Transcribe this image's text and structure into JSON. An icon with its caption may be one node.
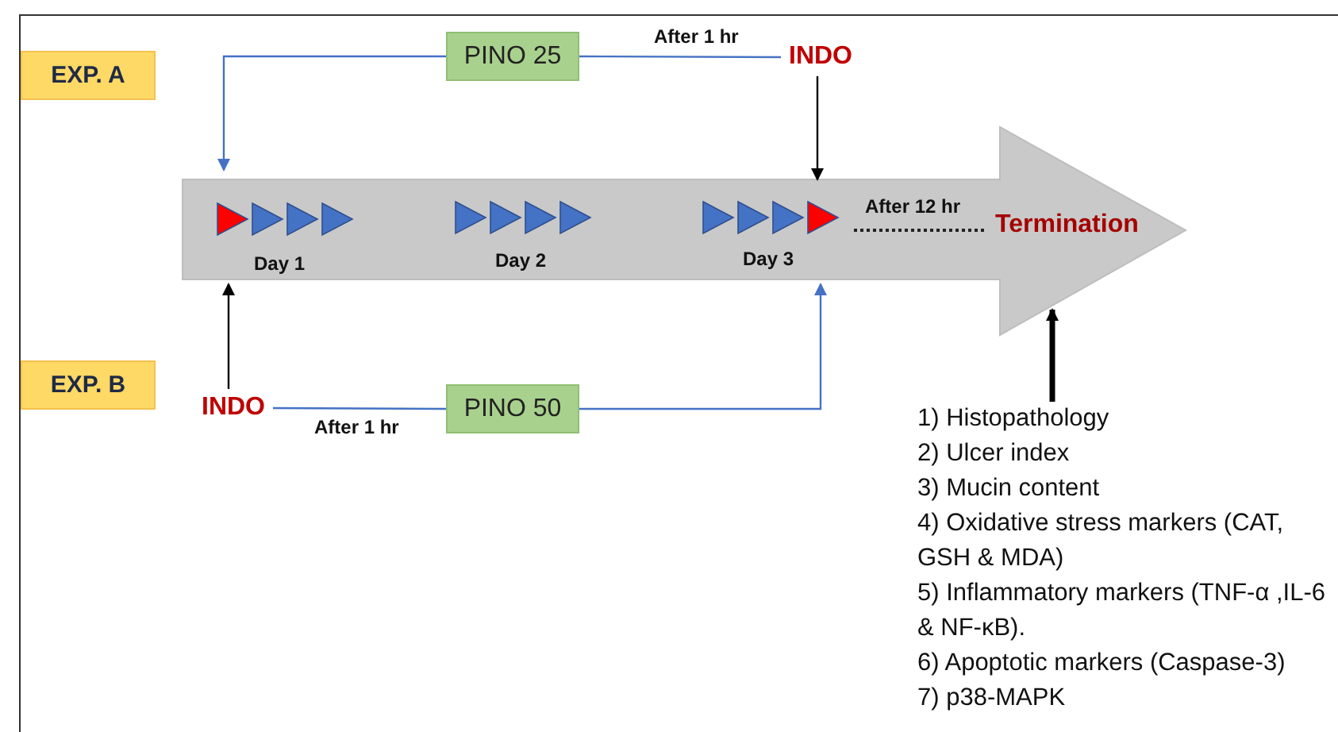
{
  "diagram": {
    "nodes": [
      {
        "text": [
          "EXP. A"
        ]
      },
      {
        "text": [
          "EXP. B"
        ]
      },
      {
        "text": [
          "Termination"
        ]
      },
      {
        "text": [
          "PINO 25"
        ]
      },
      {
        "text": [
          "INDO"
        ]
      },
      {
        "text": [
          "INDO"
        ]
      },
      {
        "text": [
          "PINO 50"
        ]
      },
      {
        "text": [
          "1) Histopathology",
          "2) Ulcer index",
          "3) Mucin content",
          "4) Oxidative stress markers (CAT, GSH & MDA)",
          "5) Inflammatory markers (TNF-α ,IL-6 & NF-κB).",
          "6) Apoptotic markers (Caspase-3)",
          "7) p38-MAPK"
        ]
      }
    ],
    "edges": [
      {
        "from": 3,
        "to": 2,
        "arrow": "to"
      },
      {
        "from": 4,
        "to": 3,
        "arrow": "none",
        "label": "After 1 hr"
      },
      {
        "from": 4,
        "to": 2,
        "arrow": "to",
        "color": "#000000"
      },
      {
        "from": 5,
        "to": 2,
        "arrow": "to",
        "color": "#000000"
      },
      {
        "from": 5,
        "to": 6,
        "arrow": "none",
        "label": "After 1 hr"
      },
      {
        "from": 6,
        "to": 2,
        "arrow": "to"
      },
      {
        "from": 7,
        "to": 2,
        "arrow": "to",
        "style": "thick",
        "color": "#000000"
      }
    ],
    "labels": [
      "Day 1",
      "Day 2",
      "Day 3",
      "After 12 hr"
    ]
  }
}
